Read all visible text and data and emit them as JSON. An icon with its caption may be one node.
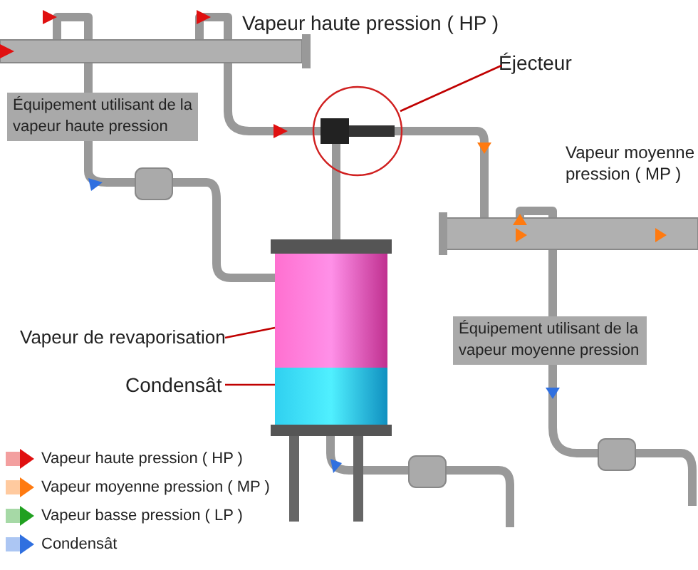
{
  "diagram": {
    "nodes": [
      {
        "text": [
          "Éjecteur"
        ]
      },
      {
        "text": [],
        "shape": "circle"
      },
      {
        "text": [
          "Vapeur de revaporisation"
        ]
      },
      {
        "text": [],
        "shape": "box"
      },
      {
        "text": [
          "Condensât"
        ]
      },
      {
        "text": [],
        "shape": "box"
      },
      {
        "text": [
          "Équipement utilisant de la vapeur haute pression"
        ]
      },
      {
        "text": [
          "Équipement utilisant de la vapeur moyenne pression"
        ]
      }
    ],
    "edges": [
      {
        "from": 0,
        "to": 1,
        "arrow": "none"
      },
      {
        "from": 2,
        "to": 3,
        "arrow": "none"
      },
      {
        "from": 4,
        "to": 5,
        "arrow": "none"
      }
    ],
    "labels": [
      "Vapeur haute pression ( HP )",
      "Vapeur moyenne pression ( MP )"
    ],
    "legend": [
      {
        "text": "Vapeur haute pression ( HP )",
        "color": "#e01010"
      },
      {
        "text": "Vapeur moyenne pression ( MP )",
        "color": "#ff7a10"
      },
      {
        "text": "Vapeur basse pression ( LP )",
        "color": "#20a020"
      },
      {
        "text": "Condensât",
        "color": "#3070e0"
      }
    ]
  }
}
